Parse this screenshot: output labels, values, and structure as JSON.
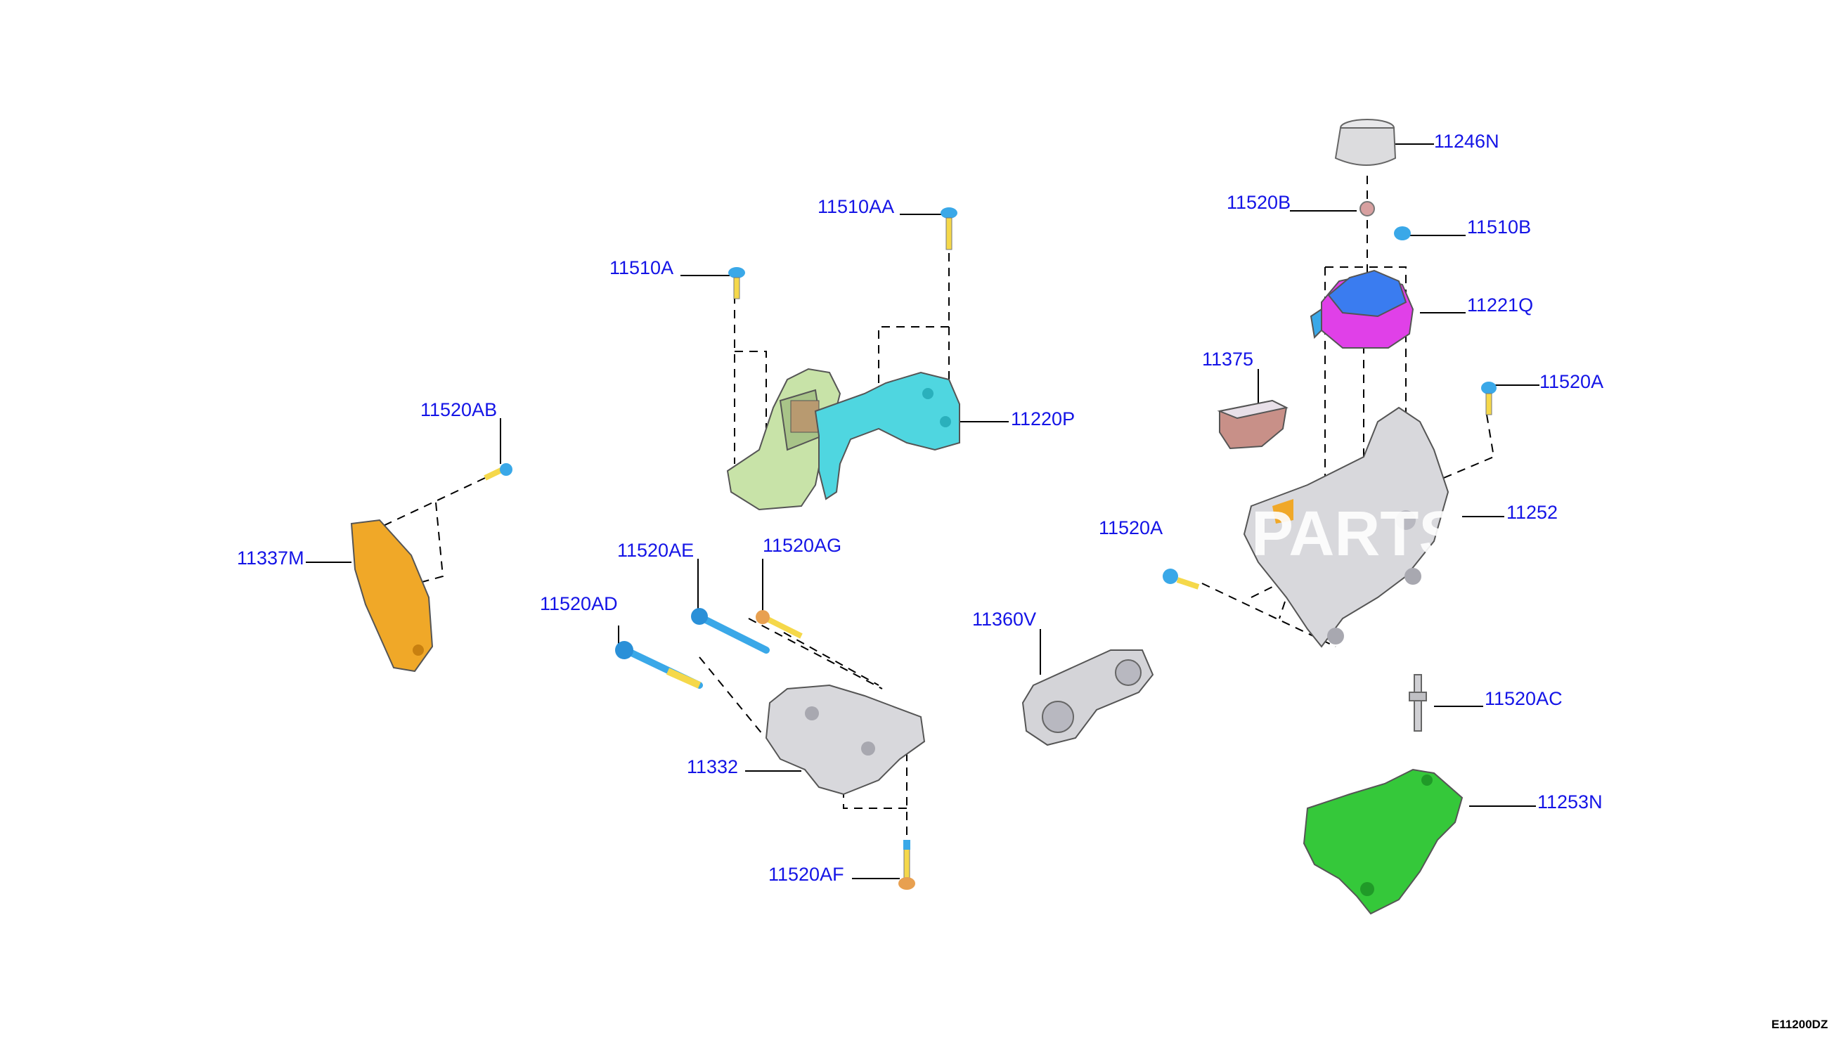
{
  "labels": {
    "l11510AA": "11510AA",
    "l11510A": "11510A",
    "l11220P": "11220P",
    "l11520AB": "11520AB",
    "l11337M": "11337M",
    "l11520AE": "11520AE",
    "l11520AG": "11520AG",
    "l11520AD": "11520AD",
    "l11332": "11332",
    "l11520AF": "11520AF",
    "l11360V": "11360V",
    "l11246N": "11246N",
    "l11520B": "11520B",
    "l11510B": "11510B",
    "l11221Q": "11221Q",
    "l11375": "11375",
    "l11520A": "11520A",
    "l11520A_left": "11520A",
    "l11252": "11252",
    "l11520AC": "11520AC",
    "l11253N": "11253N"
  },
  "watermark": "PARTS",
  "diagram_code": "E11200DZ",
  "colors": {
    "label": "#1414e6",
    "cyan_part": "#4fd6e0",
    "green_part": "#c8e3a8",
    "orange_part": "#f0a828",
    "silver_part": "#d8d8dc",
    "blue_part": "#3a7cf0",
    "magenta_part": "#e040e8",
    "bright_green_part": "#35c83a",
    "bolt_blue": "#3aa8e8",
    "bolt_yellow": "#f5d84a"
  }
}
